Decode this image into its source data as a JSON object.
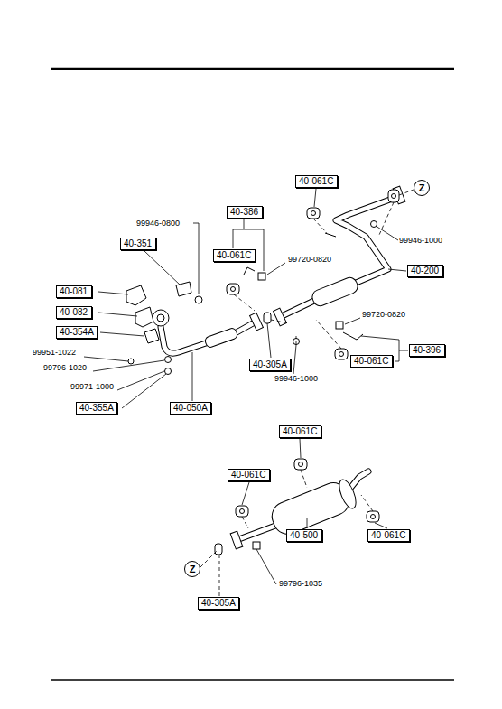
{
  "diagram": {
    "nodes": [
      {
        "text": [
          "40-061C"
        ]
      },
      {
        "text": [
          "Z"
        ]
      },
      {
        "text": [
          "40-386"
        ]
      },
      {
        "text": [
          "40-351"
        ]
      },
      {
        "text": [
          "40-061C"
        ]
      },
      {
        "text": [
          "40-200"
        ]
      },
      {
        "text": [
          "40-081"
        ]
      },
      {
        "text": [
          "40-082"
        ]
      },
      {
        "text": [
          "40-354A"
        ]
      },
      {
        "text": [
          "40-396"
        ]
      },
      {
        "text": [
          "40-061C"
        ]
      },
      {
        "text": [
          "40-305A"
        ]
      },
      {
        "text": [
          "40-355A"
        ]
      },
      {
        "text": [
          "40-050A"
        ]
      },
      {
        "text": [
          "40-061C"
        ]
      },
      {
        "text": [
          "40-061C"
        ]
      },
      {
        "text": [
          "40-500"
        ]
      },
      {
        "text": [
          "40-061C"
        ]
      },
      {
        "text": [
          "Z"
        ]
      },
      {
        "text": [
          "40-305A"
        ]
      }
    ],
    "labels": [
      "99946-0800",
      "99720-0820",
      "99946-1000",
      "99720-0820",
      "99951-1022",
      "99796-1020",
      "99971-1000",
      "99946-1000",
      "99796-1035"
    ]
  }
}
